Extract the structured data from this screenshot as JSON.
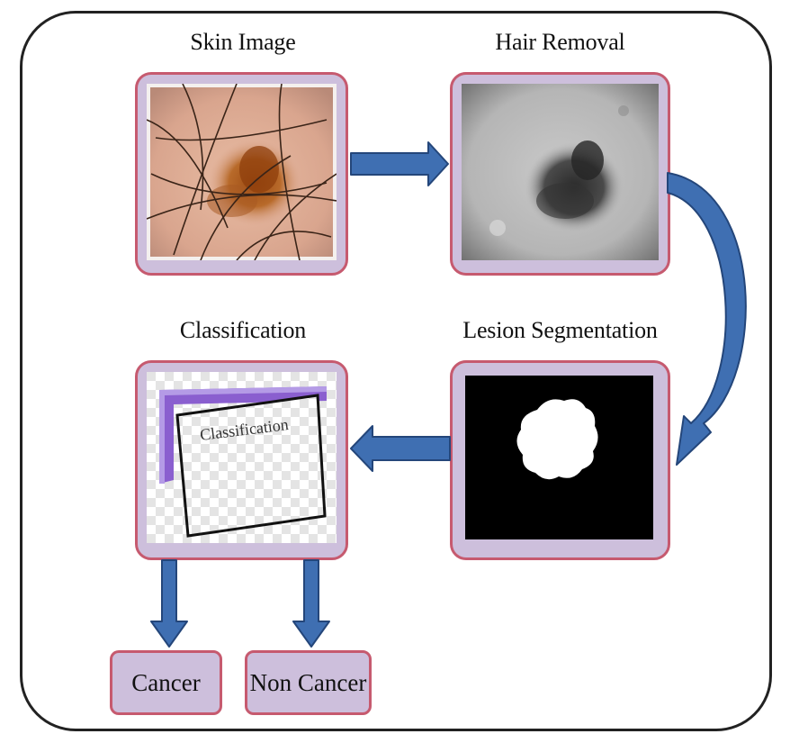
{
  "stages": {
    "skin_image": {
      "title": "Skin Image"
    },
    "hair_removal": {
      "title": "Hair Removal"
    },
    "lesion_segmentation": {
      "title": "Lesion Segmentation"
    },
    "classification": {
      "title": "Classification",
      "slide_text": "Classification"
    }
  },
  "outputs": {
    "cancer": "Cancer",
    "non_cancer": "Non Cancer"
  },
  "colors": {
    "panel_fill": "#cdbfdc",
    "panel_border": "#c65a6f",
    "arrow_fill": "#3f6fb2",
    "arrow_stroke": "#24467a",
    "frame_border": "#222222",
    "slide_accent": "#8a5fcf"
  }
}
